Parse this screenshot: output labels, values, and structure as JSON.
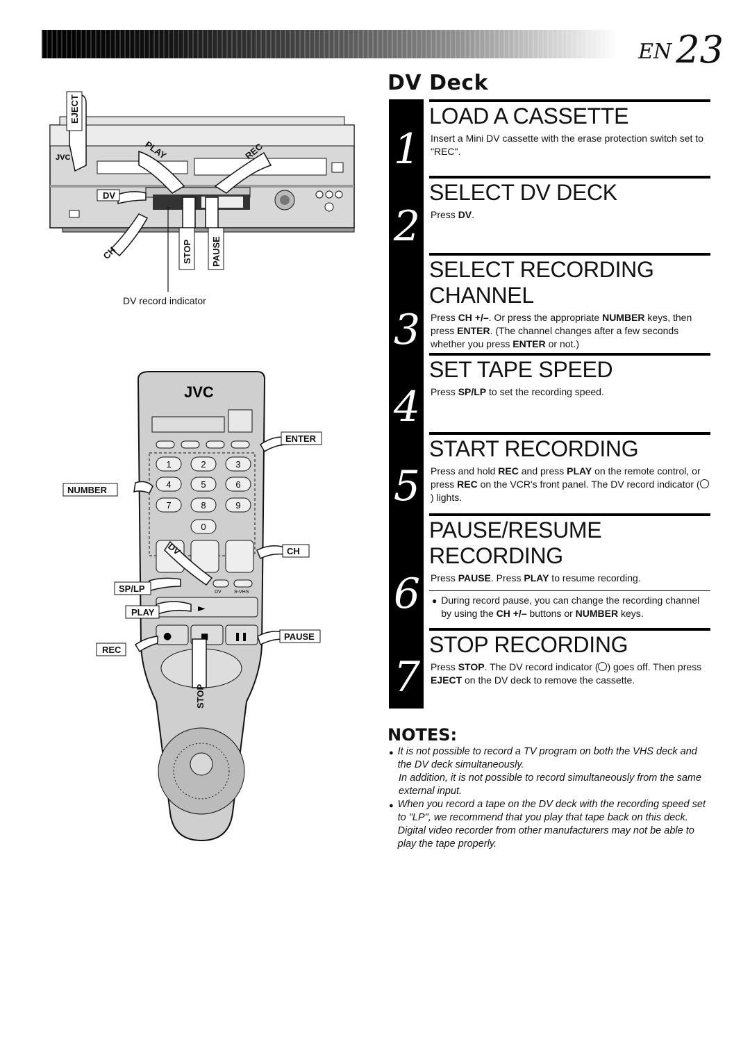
{
  "header": {
    "lang": "EN",
    "page": "23"
  },
  "section_title": "DV Deck",
  "steps": [
    {
      "num": "1",
      "title": "LOAD A CASSETTE",
      "text_html": "Insert a Mini DV cassette with the erase protection switch set to \"REC\"."
    },
    {
      "num": "2",
      "title": "SELECT DV DECK",
      "text_html": "Press <b>DV</b>."
    },
    {
      "num": "3",
      "title": "SELECT RECORDING CHANNEL",
      "text_html": "Press <b>CH +/–</b>. Or press the appropriate <b>NUMBER</b> keys, then press <b>ENTER</b>. (The channel changes after a few seconds whether you press <b>ENTER</b> or not.)"
    },
    {
      "num": "4",
      "title": "SET TAPE SPEED",
      "text_html": "Press <b>SP/LP</b> to set the recording speed."
    },
    {
      "num": "5",
      "title": "START RECORDING",
      "text_html": "Press and hold <b>REC</b> and press <b>PLAY</b> on the remote control, or press <b>REC</b> on the VCR's front panel. The DV record indicator (<span class=\"circ\"></span>) lights."
    },
    {
      "num": "6",
      "title": "PAUSE/RESUME RECORDING",
      "text_html": "Press <b>PAUSE</b>. Press <b>PLAY</b> to resume recording.",
      "bullet_html": "During record pause, you can change the recording channel by using the <b>CH +/–</b> buttons or <b>NUMBER</b> keys."
    },
    {
      "num": "7",
      "title": "STOP RECORDING",
      "text_html": "Press <b>STOP</b>. The DV record indicator (<span class=\"circ\"></span>) goes off. Then press <b>EJECT</b> on the DV deck to remove the cassette."
    }
  ],
  "notes": {
    "title": "NOTES:",
    "items": [
      {
        "text": "It is not possible to record a TV program on both the VHS deck and the DV deck simultaneously.",
        "continuation": "In addition, it is not possible to record simultaneously from the same external input."
      },
      {
        "text": "When you record a tape on the DV deck with the recording speed set to \"LP\", we recommend that you play that tape back on this deck. Digital video recorder from other manufacturers may not be able to play the tape properly."
      }
    ]
  },
  "vcr_illustration": {
    "brand": "JVC",
    "labels": {
      "eject": "EJECT",
      "play": "PLAY",
      "rec": "REC",
      "dv": "DV",
      "ch": "CH",
      "stop": "STOP",
      "pause": "PAUSE"
    },
    "caption": "DV record indicator"
  },
  "remote_illustration": {
    "brand": "JVC",
    "labels": {
      "enter": "ENTER",
      "number": "NUMBER",
      "ch": "CH",
      "sp_lp": "SP/LP",
      "play": "PLAY",
      "pause": "PAUSE",
      "rec": "REC",
      "stop": "STOP",
      "dv": "DV",
      "dv_small": "DV",
      "svhs": "S-VHS"
    },
    "keys": [
      "1",
      "2",
      "3",
      "4",
      "5",
      "6",
      "7",
      "8",
      "9",
      "0"
    ]
  }
}
